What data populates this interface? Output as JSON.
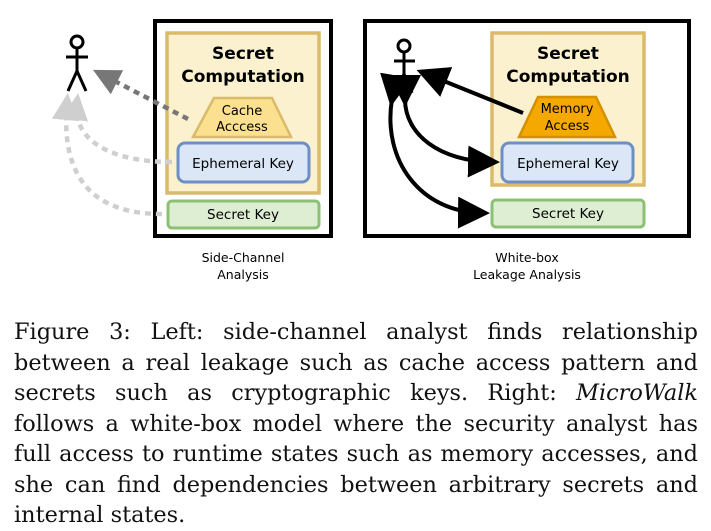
{
  "left_panel": {
    "title_line1": "Secret",
    "title_line2": "Computation",
    "leak_line1": "Cache",
    "leak_line2": "Acccess",
    "ephemeral_key": "Ephemeral Key",
    "secret_key": "Secret Key",
    "label_line1": "Side-Channel",
    "label_line2": "Analysis"
  },
  "right_panel": {
    "title_line1": "Secret",
    "title_line2": "Computation",
    "leak_line1": "Memory",
    "leak_line2": "Access",
    "ephemeral_key": "Ephemeral Key",
    "secret_key": "Secret Key",
    "label_line1": "White-box",
    "label_line2": "Leakage Analysis"
  },
  "caption": {
    "prefix": "Figure 3: Left: side-channel analyst finds relationship between a real leakage such as cache access pattern and secrets such as cryptographic keys. Right: ",
    "emphasis": "MicroWalk",
    "suffix": " follows a white-box model where the security analyst has full access to runtime states such as memory accesses, and she can find dependencies between arbitrary secrets and internal states."
  },
  "colors": {
    "frame": "#000000",
    "computation_border": "#d9bb6a",
    "computation_fill": "#fbf1cf",
    "cache_fill": "#fbe08f",
    "memory_fill": "#f4a800",
    "ephemeral_border": "#6e8fc6",
    "ephemeral_fill": "#dbe6f6",
    "secret_border": "#8cc173",
    "secret_fill": "#ddeed2",
    "dashed_dark": "#777777",
    "dashed_light": "#cfcfcf"
  }
}
